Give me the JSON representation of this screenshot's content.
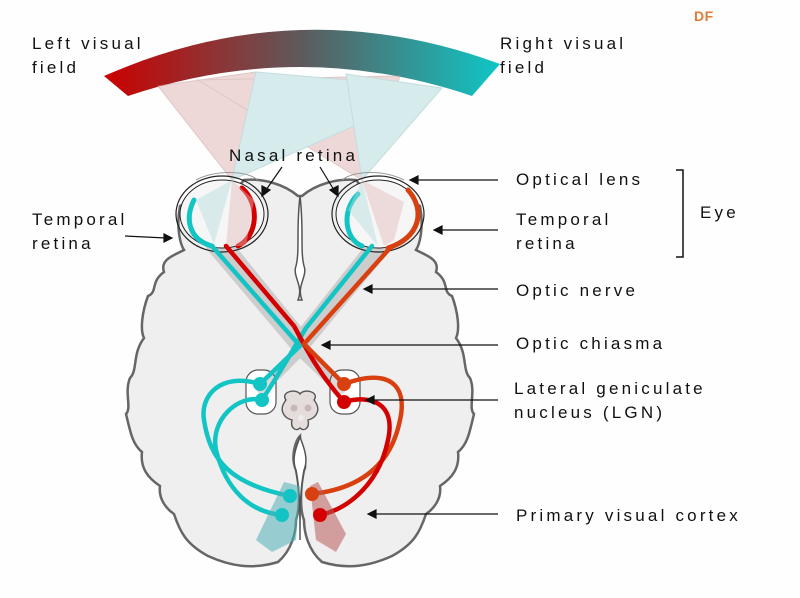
{
  "title": "Visual pathway diagram",
  "watermark": "DF",
  "labels": {
    "left_visual_field": [
      "Left visual",
      "field"
    ],
    "right_visual_field": [
      "Right visual",
      "field"
    ],
    "nasal_retina": "Nasal retina",
    "temporal_retina_left": [
      "Temporal",
      "retina"
    ],
    "optical_lens": "Optical lens",
    "temporal_retina_right": [
      "Temporal",
      "retina"
    ],
    "eye": "Eye",
    "optic_nerve": "Optic nerve",
    "optic_chiasma": "Optic chiasma",
    "lgn": [
      "Lateral geniculate",
      "nucleus (LGN)"
    ],
    "primary_visual_cortex": "Primary visual cortex"
  },
  "colors": {
    "left_field": "#cc0000",
    "right_field": "#12c4c4",
    "cyan_path": "#12c4c4",
    "red_path": "#d40000",
    "orange_path": "#d94010",
    "brain_fill": "#efeff0",
    "brain_outline": "#666666"
  }
}
